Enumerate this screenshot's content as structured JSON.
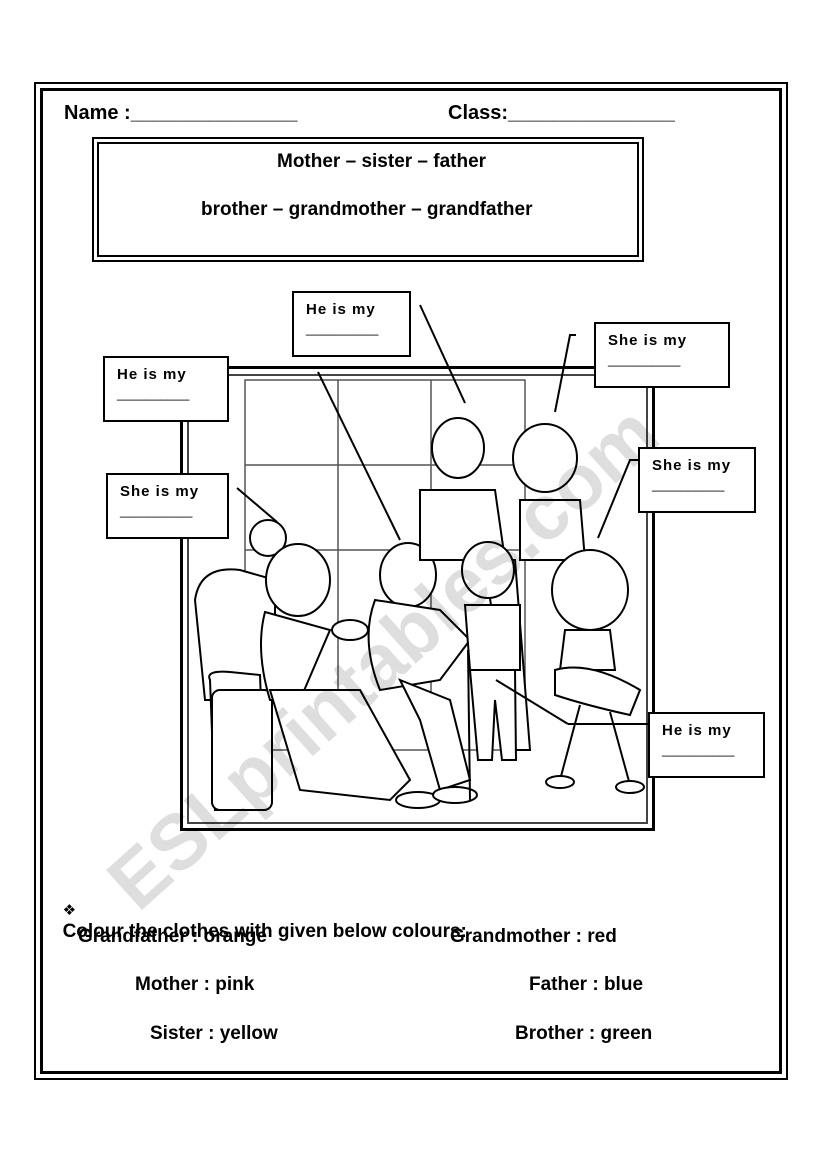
{
  "header": {
    "name_label": "Name :_______________",
    "class_label": "Class:_______________"
  },
  "word_bank": {
    "line1": "Mother – sister – father",
    "line2": "brother – grandmother – grandfather"
  },
  "labels": [
    {
      "text": "He is my",
      "blank": "__________"
    },
    {
      "text": "He is my",
      "blank": "__________"
    },
    {
      "text": "She is my",
      "blank": "__________"
    },
    {
      "text": "She is my",
      "blank": "__________"
    },
    {
      "text": "She is my",
      "blank": "__________"
    },
    {
      "text": "He is my",
      "blank": "__________"
    }
  ],
  "instruction": {
    "bullet": "❖",
    "text": "Colour the clothes with given below colours:"
  },
  "colours": {
    "grandfather": "Grandfather : orange",
    "grandmother": "Grandmother : red",
    "mother": "Mother : pink",
    "father": "Father : blue",
    "sister": "Sister : yellow",
    "brother": "Brother : green"
  },
  "watermark": "ESLprintables.com"
}
